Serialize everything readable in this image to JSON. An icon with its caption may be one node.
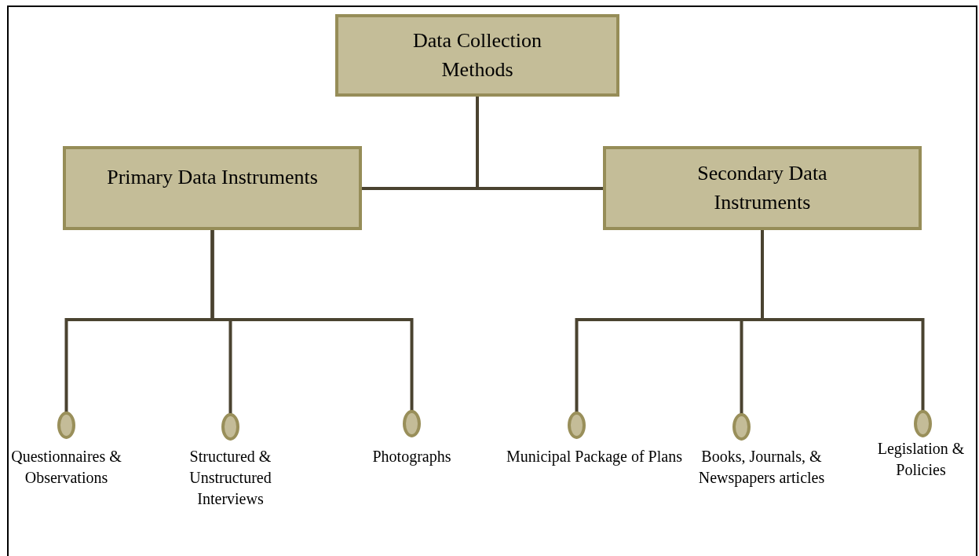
{
  "diagram": {
    "nodes": [
      {
        "text": [
          "Data Collection Methods"
        ]
      },
      {
        "text": [
          "Primary Data Instruments"
        ]
      },
      {
        "text": [
          "Secondary Data Instruments"
        ]
      },
      {
        "text": [],
        "shape": "circle",
        "beside": [
          "Questionnaires & Observations"
        ]
      },
      {
        "text": [],
        "shape": "circle",
        "beside": [
          "Structured & Unstructured Interviews"
        ]
      },
      {
        "text": [],
        "shape": "circle",
        "beside": [
          "Photographs"
        ]
      },
      {
        "text": [],
        "shape": "circle",
        "beside": [
          "Municipal Package of Plans"
        ]
      },
      {
        "text": [],
        "shape": "circle",
        "beside": [
          "Books, Journals, & Newspapers articles"
        ]
      },
      {
        "text": [],
        "shape": "circle",
        "beside": [
          "Legislation & Policies"
        ]
      }
    ],
    "edges": [
      {
        "from": 0,
        "to": 1,
        "arrow": "none"
      },
      {
        "from": 0,
        "to": 2,
        "arrow": "none"
      },
      {
        "from": 1,
        "to": 3,
        "arrow": "none"
      },
      {
        "from": 1,
        "to": 4,
        "arrow": "none"
      },
      {
        "from": 1,
        "to": 5,
        "arrow": "none"
      },
      {
        "from": 2,
        "to": 6,
        "arrow": "none"
      },
      {
        "from": 2,
        "to": 7,
        "arrow": "none"
      },
      {
        "from": 2,
        "to": 8,
        "arrow": "none"
      }
    ]
  }
}
